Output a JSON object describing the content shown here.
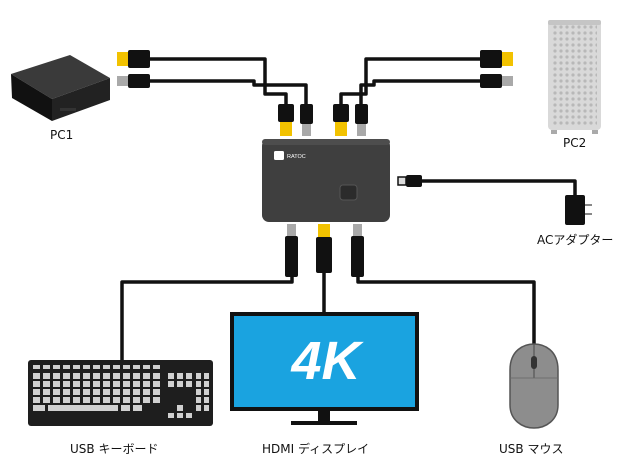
{
  "labels": {
    "pc1": "PC1",
    "pc2": "PC2",
    "ac_adapter": "ACアダプター",
    "keyboard": "USB キーボード",
    "display": "HDMI ディスプレイ",
    "mouse": "USB マウス",
    "display_logo": "4K",
    "brand": "RATOC"
  },
  "colors": {
    "cable": "#111111",
    "hdmi_gold": "#f2c200",
    "usb_gray": "#a9a9a9",
    "switch_body": "#3f3f3f",
    "monitor_blue": "#1aa3e0",
    "mouse_gray": "#8d8d8d",
    "pc1_black": "#1c1c1c",
    "pc2_silver": "#d9d9d9"
  },
  "nodes": [
    {
      "id": "pc1",
      "icon": "mini-pc-icon"
    },
    {
      "id": "pc2",
      "icon": "tower-pc-icon"
    },
    {
      "id": "switch",
      "icon": "kvm-switch-icon"
    },
    {
      "id": "ac",
      "icon": "ac-adapter-icon"
    },
    {
      "id": "keyboard",
      "icon": "keyboard-icon"
    },
    {
      "id": "display",
      "icon": "monitor-icon"
    },
    {
      "id": "mouse",
      "icon": "mouse-icon"
    }
  ]
}
